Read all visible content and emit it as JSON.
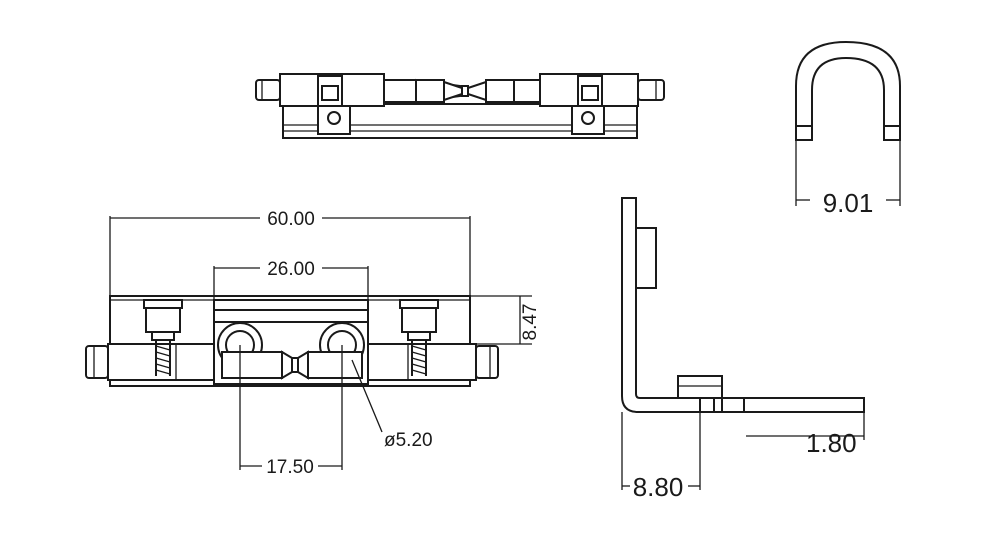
{
  "dimensions": {
    "overall_length": "60.00",
    "center_width": "26.00",
    "height": "8.47",
    "hole_spacing": "17.50",
    "hole_diameter": "ø5.20",
    "thickness": "1.80",
    "flange_offset": "8.80",
    "clip_width": "9.01"
  },
  "colors": {
    "line": "#1a1a1a",
    "background": "#ffffff"
  }
}
